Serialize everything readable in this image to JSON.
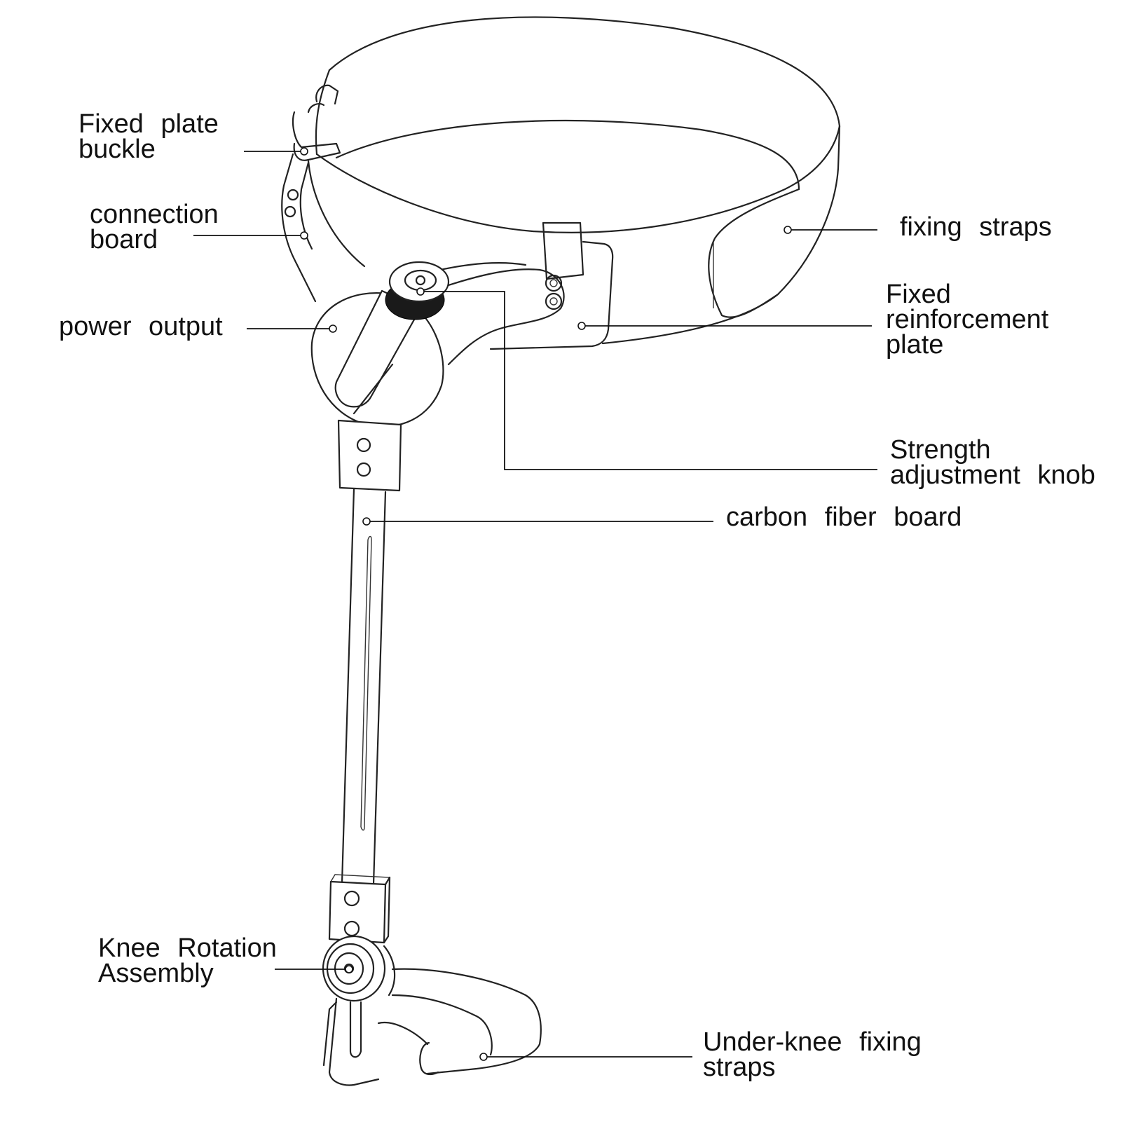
{
  "labels": {
    "fixed_plate_buckle": [
      "Fixed plate",
      "buckle"
    ],
    "connection_board": [
      "connection",
      "board"
    ],
    "power_output": [
      "power output"
    ],
    "fixing_straps": [
      "fixing straps"
    ],
    "fixed_reinforcement_plate": [
      "Fixed",
      "reinforcement",
      "plate"
    ],
    "strength_adjustment_knob": [
      "Strength",
      "adjustment knob"
    ],
    "carbon_fiber_board": [
      "carbon fiber board"
    ],
    "knee_rotation_assembly": [
      "Knee Rotation",
      "Assembly"
    ],
    "under_knee_fixing_straps": [
      "Under-knee fixing",
      "straps"
    ]
  },
  "colors": {
    "line": "#222222",
    "text": "#111111",
    "background": "#ffffff"
  }
}
